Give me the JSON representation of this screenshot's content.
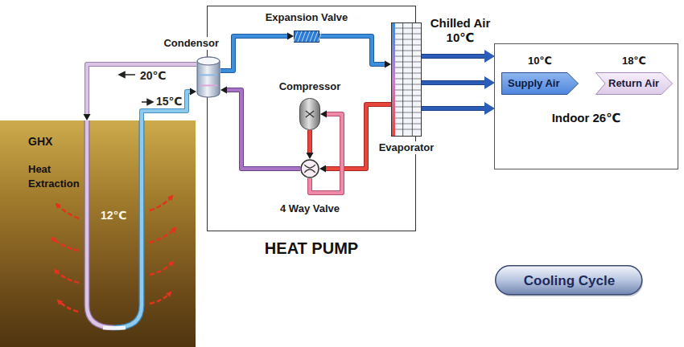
{
  "diagram": {
    "nodes": [
      {
        "text": [
          "HEAT PUMP"
        ]
      },
      {
        "text": [
          "Condensor"
        ],
        "in": 0
      },
      {
        "text": [
          "Expansion Valve"
        ],
        "in": 0
      },
      {
        "text": [
          "Compressor"
        ],
        "in": 0
      },
      {
        "text": [
          "Evaporator"
        ],
        "in": 0
      },
      {
        "text": [
          "4 Way Valve"
        ],
        "in": 0
      },
      {
        "text": [
          "GHX",
          "Heat Extraction",
          "12℃"
        ]
      },
      {
        "text": [
          "Indoor 26℃"
        ]
      },
      {
        "text": [
          "10℃",
          "Supply Air"
        ],
        "in": 7
      },
      {
        "text": [
          "18℃",
          "Return Air"
        ],
        "in": 7
      },
      {
        "text": [
          "Cooling Cycle"
        ]
      }
    ],
    "edges": [
      {
        "from": 1,
        "to": 2,
        "arrow": "to"
      },
      {
        "from": 2,
        "to": 4,
        "arrow": "to"
      },
      {
        "from": 4,
        "to": 5,
        "arrow": "to"
      },
      {
        "from": 5,
        "to": 3,
        "arrow": "to"
      },
      {
        "from": 3,
        "to": 5,
        "arrow": "to"
      },
      {
        "from": 5,
        "to": 1,
        "arrow": "to"
      },
      {
        "from": 1,
        "to": 6,
        "label": "20℃",
        "arrow": "to"
      },
      {
        "from": 6,
        "to": 1,
        "label": "15℃",
        "arrow": "to"
      },
      {
        "from": 4,
        "to": 7,
        "label": "Chilled Air 10℃",
        "arrow": "to"
      },
      {
        "from": 4,
        "to": 7,
        "arrow": "to"
      },
      {
        "from": 4,
        "to": 7,
        "arrow": "to"
      }
    ]
  }
}
